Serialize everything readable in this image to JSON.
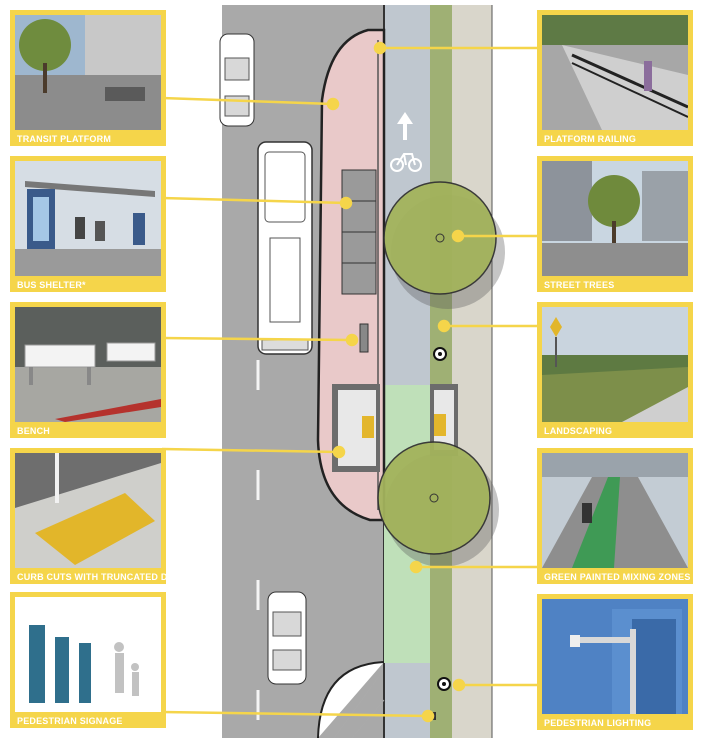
{
  "callouts": {
    "transit_platform": "TRANSIT PLATFORM",
    "bus_shelter": "BUS SHELTER*",
    "bench": "BENCH",
    "curb_cuts": "CURB CUTS WITH TRUNCATED DOMES",
    "pedestrian_signage": "PEDESTRIAN SIGNAGE",
    "platform_railing": "PLATFORM RAILING",
    "street_trees": "STREET TREES",
    "landscaping": "LANDSCAPING",
    "green_mixing_zones": "GREEN PAINTED MIXING ZONES",
    "pedestrian_lighting": "PEDESTRIAN LIGHTING"
  },
  "colors": {
    "callout_frame": "#f5d54a",
    "leader_line": "#f5d54a",
    "label_text": "#ffffff",
    "roadway": "#a9a9a9",
    "bike_lane": "#bfc7cf",
    "platform": "#e9c9c9",
    "planting_strip": "#9fb074",
    "sidewalk": "#d9d6cb",
    "tree_canopy": "#a3b35c",
    "mixing_zone": "#bfe0b9"
  },
  "icons": [
    "bicycle-icon",
    "bike-lane-arrow-icon",
    "light-pole-icon"
  ]
}
